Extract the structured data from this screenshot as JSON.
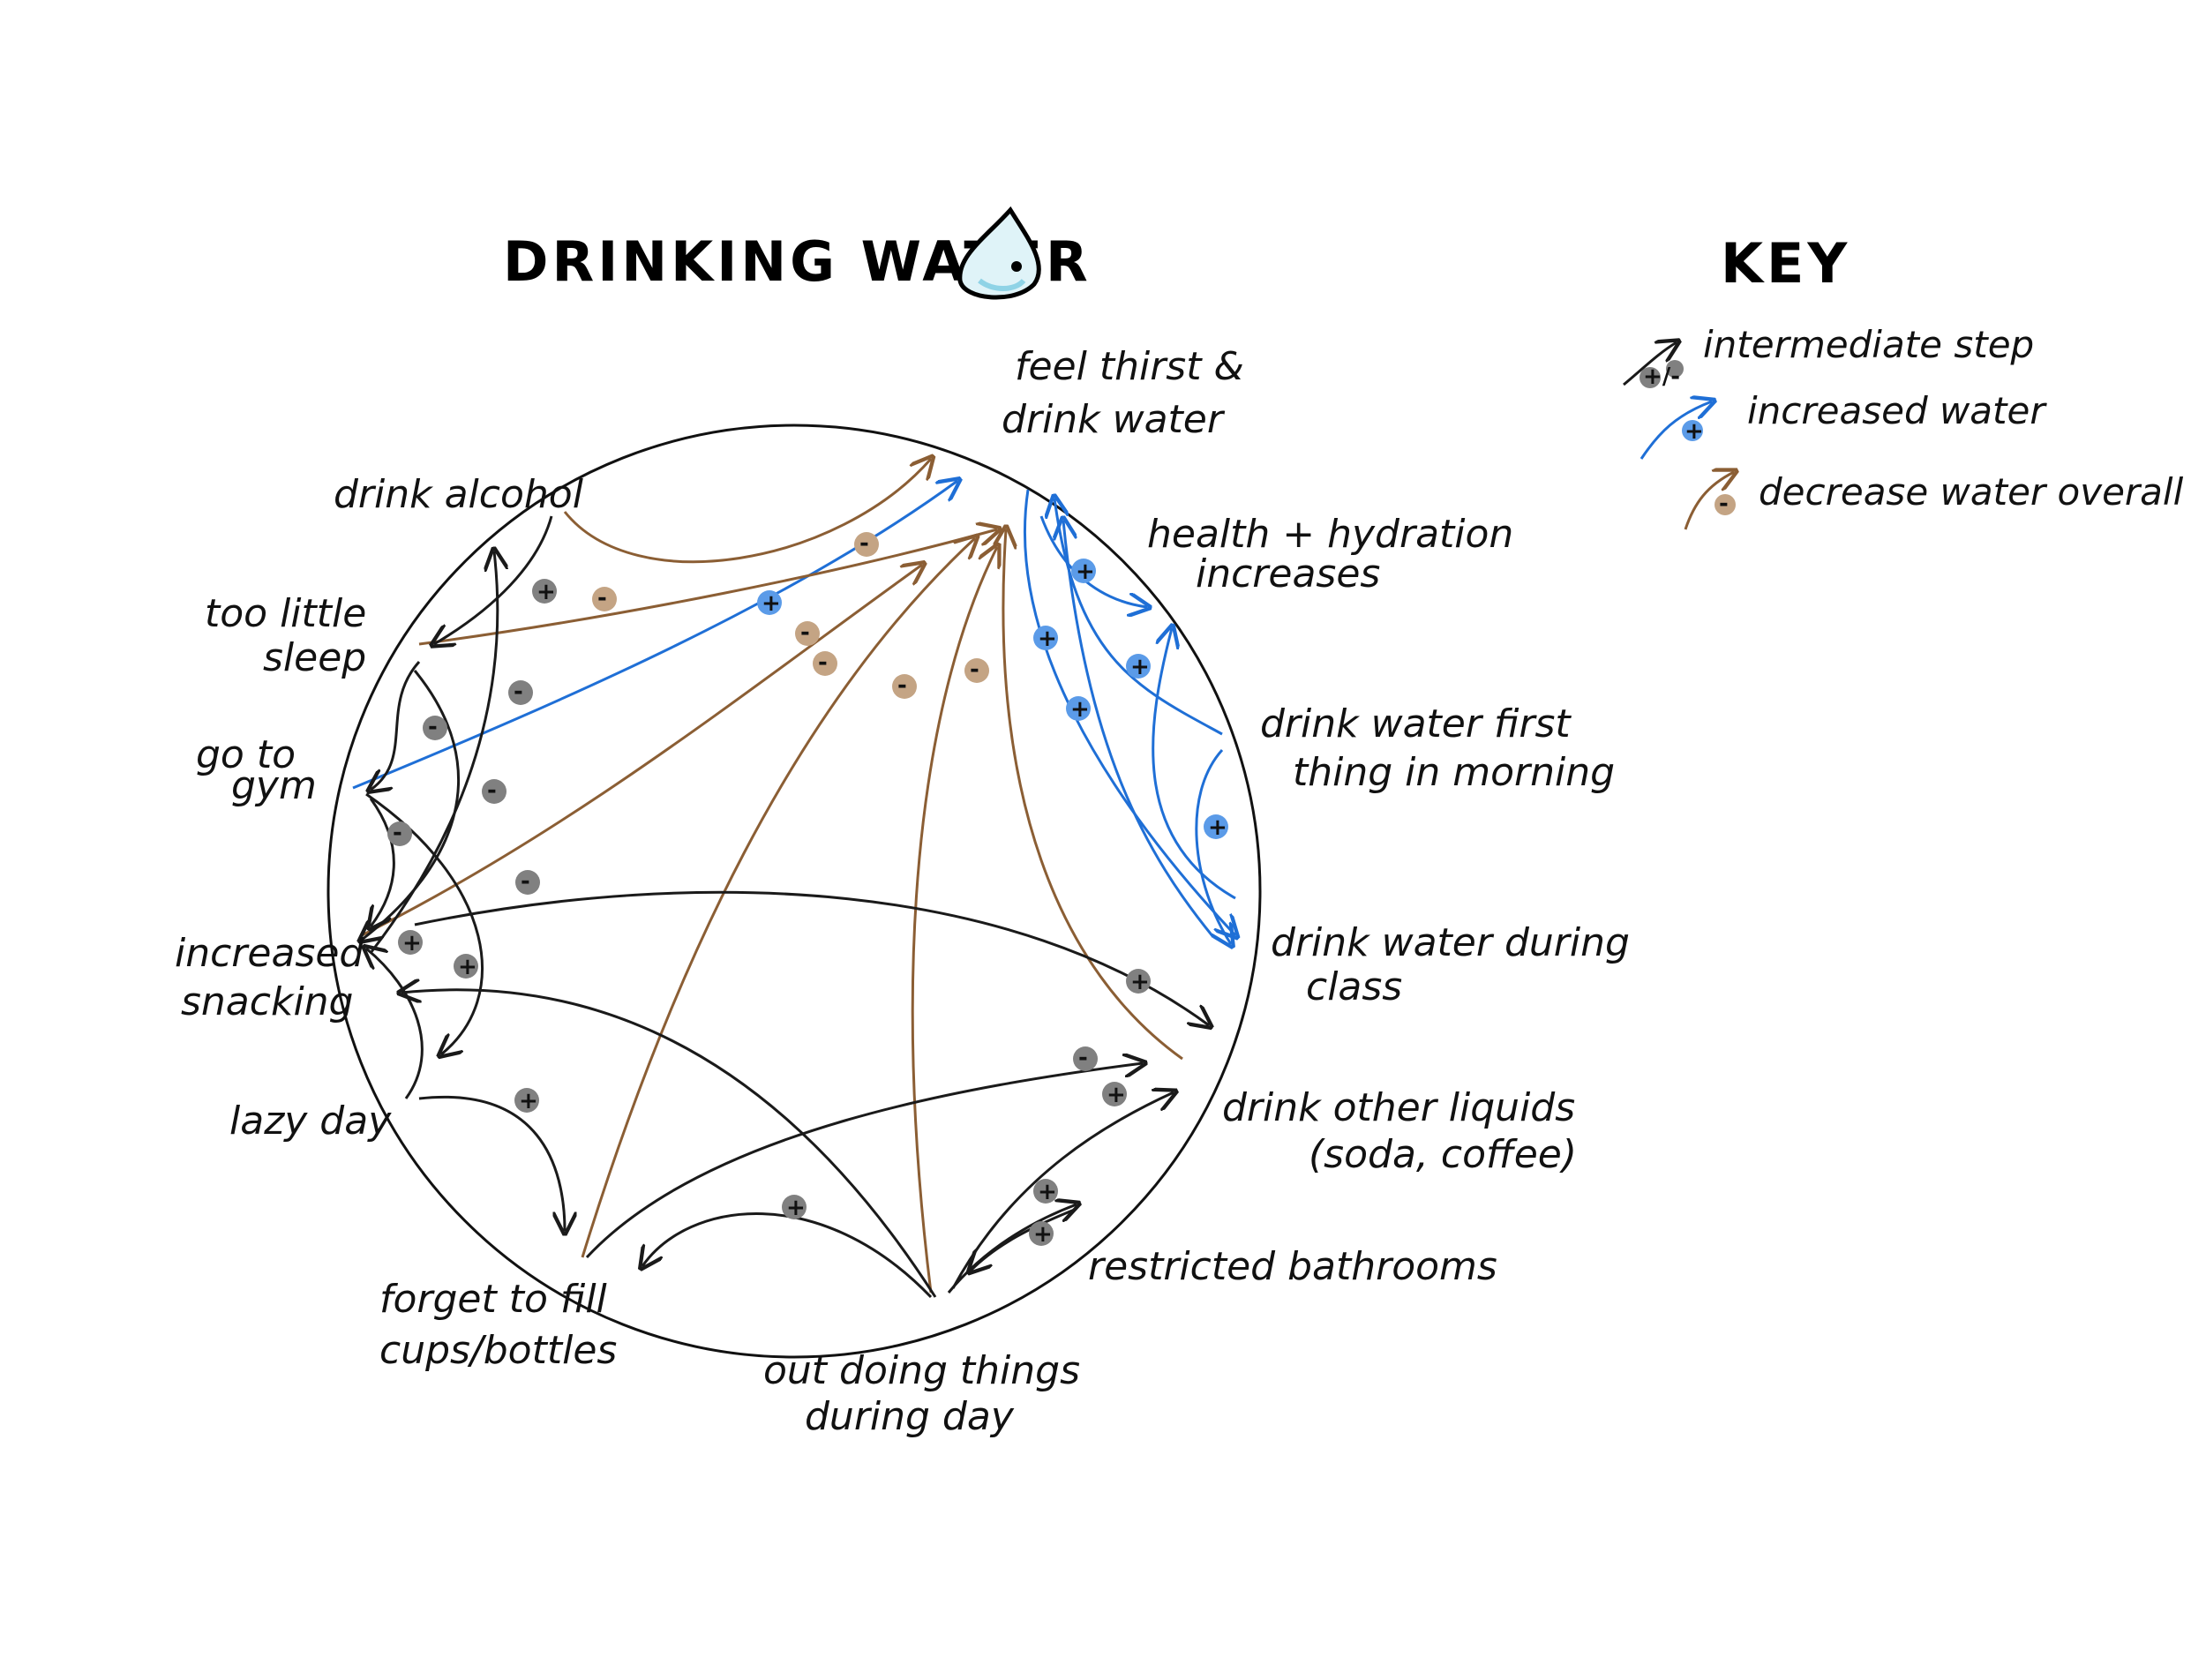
{
  "title": "DRINKING WATER",
  "key": {
    "heading": "KEY",
    "items": [
      {
        "label": "intermediate step",
        "sign": "+/-",
        "color": "#1a1a1a",
        "dot": "#808080"
      },
      {
        "label": "increased water",
        "sign": "+",
        "color": "#1f6fd6",
        "dot": "#5b9be8"
      },
      {
        "label": "decrease water overall",
        "sign": "-",
        "color": "#8b5e34",
        "dot": "#c4a484"
      }
    ]
  },
  "nodes": {
    "feel_thirst": {
      "line1": "feel thirst &",
      "line2": "drink water"
    },
    "health_hydration": {
      "line1": "health + hydration",
      "line2": "increases"
    },
    "first_thing": {
      "line1": "drink water first",
      "line2": "thing in morning"
    },
    "during_class": {
      "line1": "drink water during",
      "line2": "class"
    },
    "other_liquids": {
      "line1": "drink other liquids",
      "line2": "(soda, coffee)"
    },
    "restricted": {
      "line1": "restricted bathrooms",
      "line2": ""
    },
    "out_doing": {
      "line1": "out doing things",
      "line2": "during day"
    },
    "forget_fill": {
      "line1": "forget to fill",
      "line2": "cups/bottles"
    },
    "lazy_day": {
      "line1": "lazy day",
      "line2": ""
    },
    "snacking": {
      "line1": "increased",
      "line2": "snacking"
    },
    "gym": {
      "line1": "go to",
      "line2": "gym"
    },
    "little_sleep": {
      "line1": "too little",
      "line2": "sleep"
    },
    "alcohol": {
      "line1": "drink alcohol",
      "line2": ""
    }
  },
  "colors": {
    "intermediate": "#1a1a1a",
    "increase": "#1f6fd6",
    "decrease": "#8b5e34",
    "dot_intermediate": "#808080",
    "dot_increase": "#5b9be8",
    "dot_decrease": "#c4a484"
  }
}
